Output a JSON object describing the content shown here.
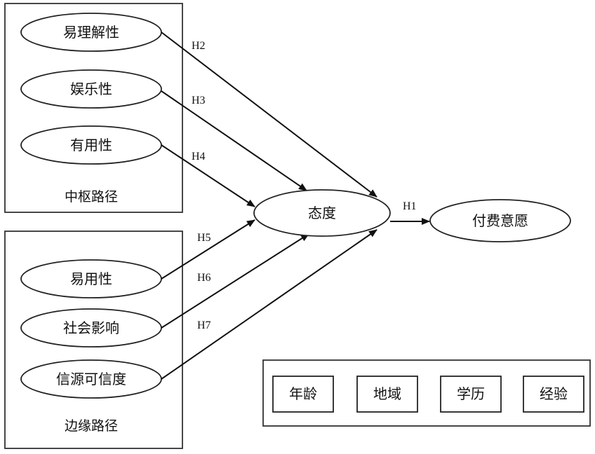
{
  "groups": {
    "central": {
      "label": "中枢路径",
      "items": [
        "易理解性",
        "娱乐性",
        "有用性"
      ]
    },
    "peripheral": {
      "label": "边缘路径",
      "items": [
        "易用性",
        "社会影响",
        "信源可信度"
      ]
    }
  },
  "mediator": "态度",
  "outcome": "付费意愿",
  "hypotheses": {
    "h1": "H1",
    "h2": "H2",
    "h3": "H3",
    "h4": "H4",
    "h5": "H5",
    "h6": "H6",
    "h7": "H7"
  },
  "controls": [
    "年龄",
    "地域",
    "学历",
    "经验"
  ]
}
